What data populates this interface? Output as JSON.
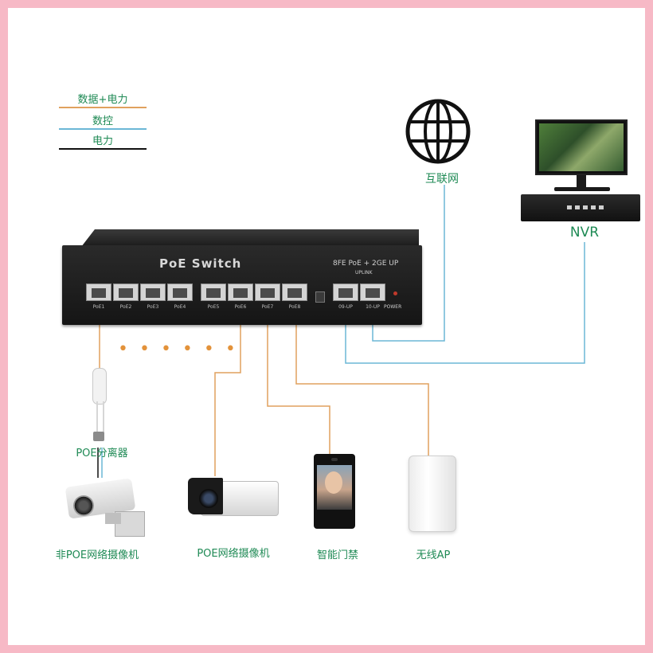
{
  "legend": {
    "items": [
      {
        "label": "数据+电力",
        "color": "#e0a15e"
      },
      {
        "label": "数控",
        "color": "#6bb7d6"
      },
      {
        "label": "电力",
        "color": "#111111"
      }
    ]
  },
  "switch": {
    "title": "PoE Switch",
    "subtitle": "8FE PoE + 2GE UP",
    "uplink_label": "UPLINK",
    "ports": [
      "PoE1",
      "PoE2",
      "PoE3",
      "PoE4",
      "PoE5",
      "PoE6",
      "PoE7",
      "PoE8"
    ],
    "uplink_ports": [
      "09-UP",
      "10-UP"
    ],
    "power_label": "POWER"
  },
  "network": {
    "internet_label": "互联网",
    "nvr_label": "NVR"
  },
  "devices": {
    "splitter_label": "POE分离器",
    "non_poe_camera_label": "非POE网络摄像机",
    "poe_camera_label": "POE网络摄像机",
    "access_control_label": "智能门禁",
    "wireless_ap_label": "无线AP"
  },
  "colors": {
    "data_power_line": "#e0a15e",
    "data_line": "#6bb7d6",
    "label_green": "#1f8a55",
    "border_pink": "#f7b9c6"
  }
}
